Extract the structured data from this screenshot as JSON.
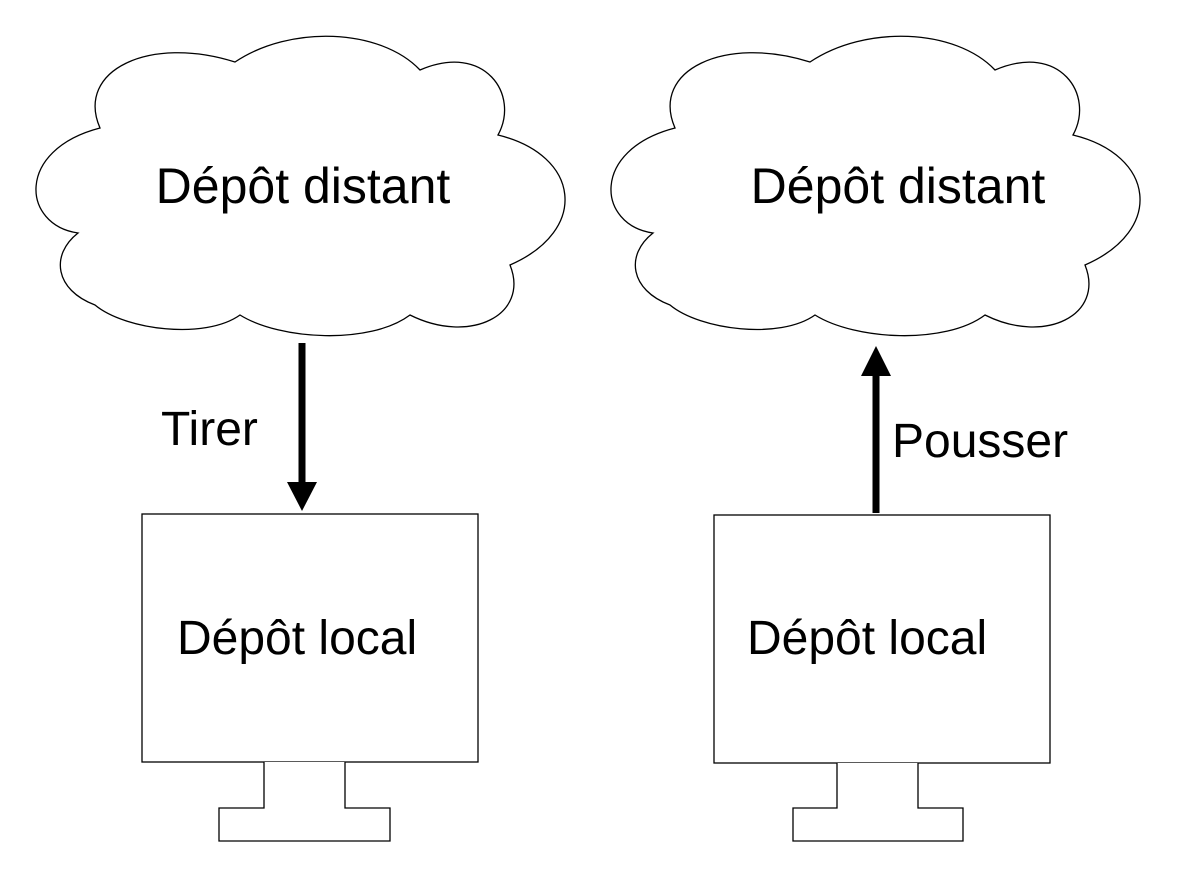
{
  "panels": [
    {
      "cloud_label": "Dépôt distant",
      "box_label": "Dépôt local",
      "arrow_label": "Tirer",
      "arrow_direction": "down"
    },
    {
      "cloud_label": "Dépôt distant",
      "box_label": "Dépôt local",
      "arrow_label": "Pousser",
      "arrow_direction": "up"
    }
  ],
  "colors": {
    "background": "#ffffff",
    "stroke": "#000000"
  }
}
